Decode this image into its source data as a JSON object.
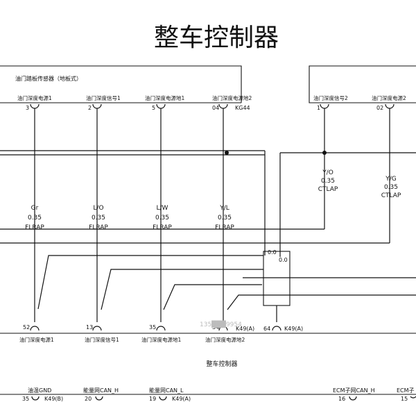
{
  "title": "整车控制器",
  "top_connector": {
    "label": "油门踏板传感器（地板式）",
    "pins": [
      {
        "name": "油门深度电源1",
        "num": "3"
      },
      {
        "name": "油门深度信号1",
        "num": "2"
      },
      {
        "name": "油门深度电源地1",
        "num": "5"
      },
      {
        "name": "油门深度电源地2",
        "num": "04",
        "connector": "KG44"
      }
    ]
  },
  "right_connector": {
    "pins": [
      {
        "name": "油门深度信号2",
        "num": "1"
      },
      {
        "name": "油门深度电源2",
        "num": "02"
      }
    ]
  },
  "wires": [
    {
      "color": "Gr",
      "gauge": "0.35",
      "type": "FLRAP"
    },
    {
      "color": "L/O",
      "gauge": "0.35",
      "type": "FLRAP"
    },
    {
      "color": "L/W",
      "gauge": "0.35",
      "type": "FLRAP"
    },
    {
      "color": "Y/L",
      "gauge": "0.35",
      "type": "FLRAP"
    },
    {
      "color": "Y/O",
      "gauge": "0.35",
      "type": "CTLAP"
    },
    {
      "color": "Y/G",
      "gauge": "0.35",
      "type": "CTLAP"
    }
  ],
  "shield_labels": [
    "0.0",
    "0.0"
  ],
  "controller_pins": [
    {
      "num": "52",
      "name": "油门深度电源1"
    },
    {
      "num": "13",
      "name": "油门深度信号1"
    },
    {
      "num": "35",
      "name": "油门深度电源地1"
    },
    {
      "num": "34",
      "name": "油门深度电源地2",
      "connector": "K49(A)"
    },
    {
      "num": "64",
      "connector": "K49(A)"
    }
  ],
  "controller_label": "整车控制器",
  "bottom_pins": [
    {
      "name": "油温GND",
      "num": "35",
      "connector": "K49(B)"
    },
    {
      "name": "能量网CAN_H",
      "num": "20"
    },
    {
      "name": "能量网CAN_L",
      "num": "19",
      "connector": "K49(A)"
    },
    {
      "name": "ECM子网CAN_H",
      "num": "16"
    },
    {
      "name": "ECM子",
      "num": "15"
    }
  ],
  "watermark": "135███9954"
}
